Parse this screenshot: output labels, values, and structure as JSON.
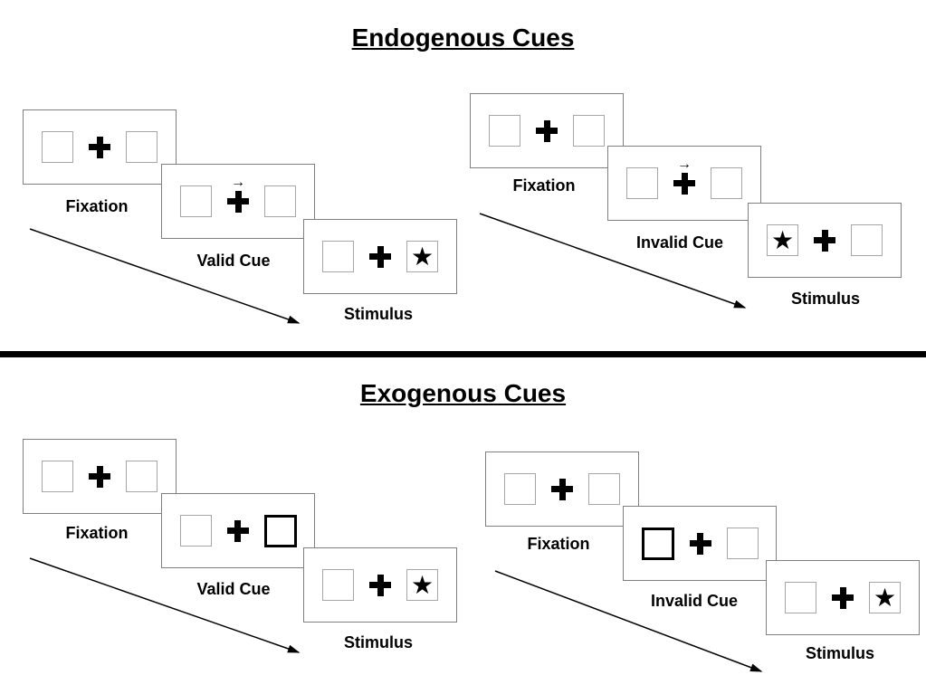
{
  "icons": {
    "star": "★",
    "arrow_right": "→"
  },
  "colors": {
    "text": "#000000",
    "divider": "#000000",
    "panel_border": "#7f7f7f",
    "box_border": "#a6a6a6",
    "cue_box_border": "#000000"
  },
  "sections": [
    {
      "title": "Endogenous Cues",
      "sequences": [
        {
          "panels": [
            {
              "label": "Fixation",
              "contents": [
                "empty-box",
                "fixation-cross",
                "empty-box"
              ]
            },
            {
              "label": "Valid Cue",
              "contents": [
                "empty-box",
                "fixation-cross-with-right-arrow",
                "empty-box"
              ]
            },
            {
              "label": "Stimulus",
              "contents": [
                "empty-box",
                "fixation-cross",
                "star-in-box"
              ]
            }
          ]
        },
        {
          "panels": [
            {
              "label": "Fixation",
              "contents": [
                "empty-box",
                "fixation-cross",
                "empty-box"
              ]
            },
            {
              "label": "Invalid Cue",
              "contents": [
                "empty-box",
                "fixation-cross-with-right-arrow",
                "empty-box"
              ]
            },
            {
              "label": "Stimulus",
              "contents": [
                "star-in-box",
                "fixation-cross",
                "empty-box"
              ]
            }
          ]
        }
      ]
    },
    {
      "title": "Exogenous Cues",
      "sequences": [
        {
          "panels": [
            {
              "label": "Fixation",
              "contents": [
                "empty-box",
                "fixation-cross",
                "empty-box"
              ]
            },
            {
              "label": "Valid Cue",
              "contents": [
                "empty-box",
                "fixation-cross",
                "thick-cue-box"
              ]
            },
            {
              "label": "Stimulus",
              "contents": [
                "empty-box",
                "fixation-cross",
                "star-in-box"
              ]
            }
          ]
        },
        {
          "panels": [
            {
              "label": "Fixation",
              "contents": [
                "empty-box",
                "fixation-cross",
                "empty-box"
              ]
            },
            {
              "label": "Invalid Cue",
              "contents": [
                "thick-cue-box",
                "fixation-cross",
                "empty-box"
              ]
            },
            {
              "label": "Stimulus",
              "contents": [
                "empty-box",
                "fixation-cross",
                "star-in-box"
              ]
            }
          ]
        }
      ]
    }
  ]
}
